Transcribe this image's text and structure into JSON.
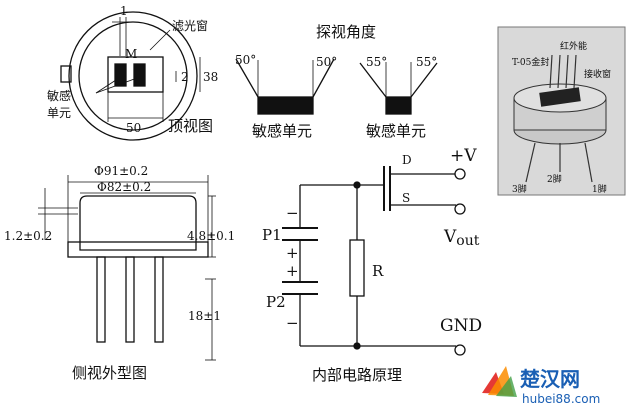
{
  "top_view": {
    "filter_window": "滤光窗",
    "M": "M",
    "element": "敏感单元",
    "dim_1": "1",
    "dim_2": "2",
    "dim_38": "38",
    "dim_50": "50",
    "caption": "顶视图"
  },
  "view_angle": {
    "title": "探视角度",
    "left_angle_a": "50°",
    "left_angle_b": "50°",
    "right_angle_a": "55°",
    "right_angle_b": "55°",
    "left_element": "敏感单元",
    "right_element": "敏感单元"
  },
  "photo": {
    "can_label": "T-05金封",
    "ir_label": "红外能",
    "window_label": "接收窗",
    "pin1": "1脚",
    "pin2": "2脚",
    "pin3": "3脚"
  },
  "side_view": {
    "d91": "Φ91±0.2",
    "d82": "Φ82±0.2",
    "h12": "1.2±0.2",
    "h48": "4.8±0.1",
    "l18": "18±1",
    "caption": "侧视外型图"
  },
  "circuit": {
    "D": "D",
    "S": "S",
    "vplus": "+V",
    "vout_v": "V",
    "vout_sub": "out",
    "gnd": "GND",
    "P1": "P1",
    "P2": "P2",
    "R": "R",
    "minus_top": "−",
    "plus_mid1": "+",
    "plus_mid2": "+",
    "minus_bottom": "−",
    "caption": "内部电路原理"
  },
  "watermark": {
    "site_cn": "楚汉网",
    "site_url": "hubei88.com"
  },
  "colors": {
    "ink": "#111111",
    "photo_bg": "#d9d9d9",
    "watermark_blue": "#1a5fb4",
    "logo_red": "#e53935",
    "logo_orange": "#fb8c00",
    "logo_green": "#43a047"
  }
}
